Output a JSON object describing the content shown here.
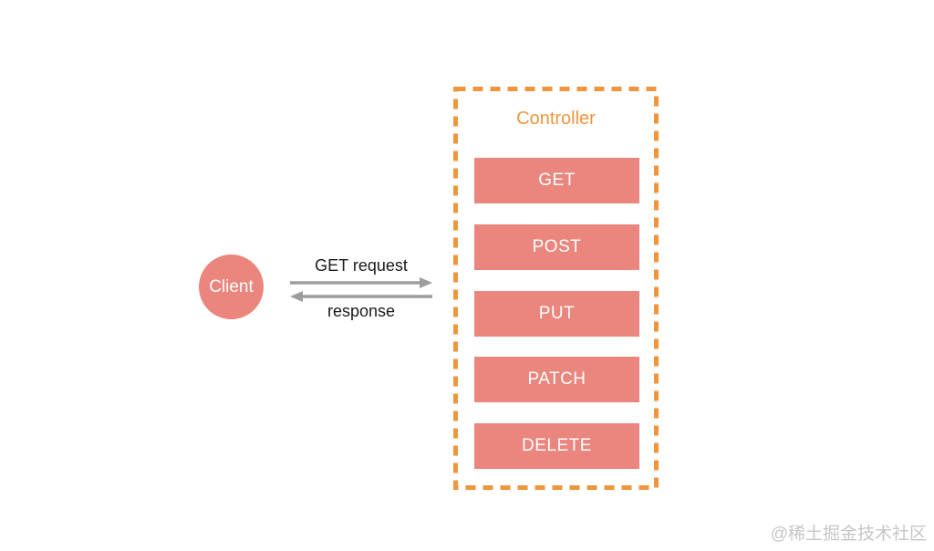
{
  "client": {
    "label": "Client"
  },
  "arrows": {
    "request_label": "GET request",
    "response_label": "response"
  },
  "controller": {
    "title": "Controller",
    "methods": [
      "GET",
      "POST",
      "PUT",
      "PATCH",
      "DELETE"
    ]
  },
  "watermark": "@稀土掘金技术社区",
  "colors": {
    "salmon": "#EA867D",
    "orange": "#F0953B",
    "arrow_gray": "#9D9D9D",
    "text_black": "#1A1A1A",
    "watermark_gray": "#C6C6C6"
  }
}
